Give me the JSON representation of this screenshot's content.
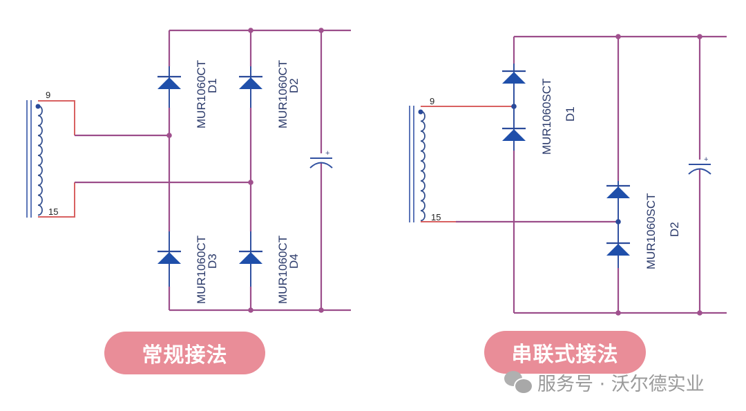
{
  "left_circuit": {
    "title": "常规接法",
    "transformer": {
      "pin_top": "9",
      "pin_bottom": "15"
    },
    "diodes": [
      {
        "part": "MUR1060CT",
        "ref": "D1"
      },
      {
        "part": "MUR1060CT",
        "ref": "D2"
      },
      {
        "part": "MUR1060CT",
        "ref": "D3"
      },
      {
        "part": "MUR1060CT",
        "ref": "D4"
      }
    ],
    "capacitor": {
      "polarity": "+"
    }
  },
  "right_circuit": {
    "title": "串联式接法",
    "transformer": {
      "pin_top": "9",
      "pin_bottom": "15"
    },
    "diodes": [
      {
        "part": "MUR1060SCT",
        "ref": "D1"
      },
      {
        "part": "MUR1060SCT",
        "ref": "D2"
      }
    ],
    "capacitor": {
      "polarity": "+"
    }
  },
  "watermark": {
    "icon": "wechat-icon",
    "text": "服务号 · 沃尔德实业"
  },
  "colors": {
    "wire": "#9b4d8a",
    "diode": "#1f4faa",
    "pill": "#e98d98",
    "watermark": "#9a9a9a"
  }
}
